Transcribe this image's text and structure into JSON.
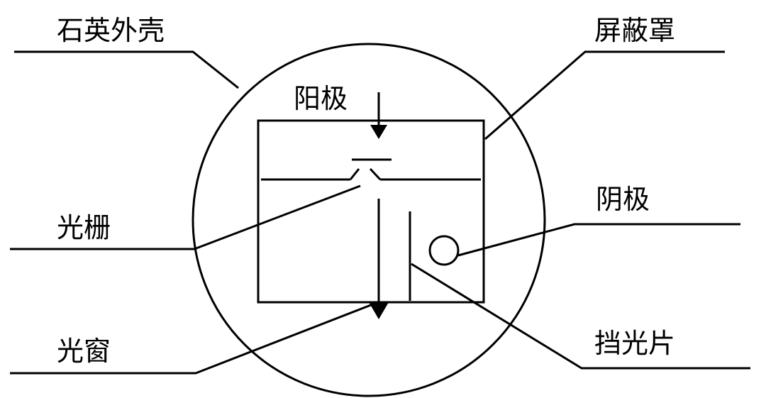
{
  "labels": {
    "quartz_shell": "石英外壳",
    "shield": "屏蔽罩",
    "anode": "阳极",
    "cathode": "阴极",
    "grating": "光栅",
    "window": "光窗",
    "baffle": "挡光片"
  }
}
